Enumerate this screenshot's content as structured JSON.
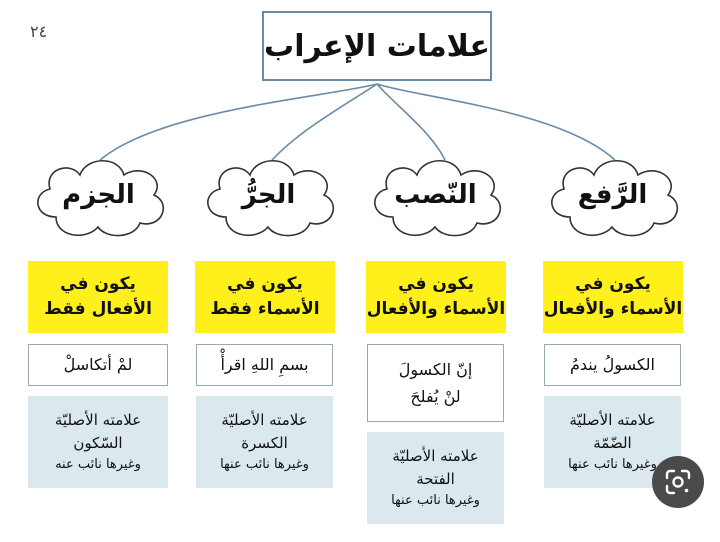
{
  "page_number": "٢٤",
  "title": "علامات الإعراب",
  "columns": [
    {
      "heading": "الرَّفع",
      "applies_line1": "يكون في",
      "applies_line2": "الأسماء والأفعال",
      "example_lines": [
        "الكسولُ يندمُ"
      ],
      "sign_line1": "علامته الأصليّة",
      "sign_line2": "الضّمّة",
      "sign_line3": "وغيرها نائب عنها"
    },
    {
      "heading": "النّصب",
      "applies_line1": "يكون في",
      "applies_line2": "الأسماء والأفعال",
      "example_lines": [
        "إنّ الكسولَ",
        "لنْ يُفلحَ"
      ],
      "sign_line1": "علامته الأصليّة",
      "sign_line2": "الفتحة",
      "sign_line3": "وغيرها نائب عنها"
    },
    {
      "heading": "الجرُّ",
      "applies_line1": "يكون في",
      "applies_line2": "الأسماء فقط",
      "example_lines": [
        "بسمِ اللهِ اقرأْ"
      ],
      "sign_line1": "علامته الأصليّة",
      "sign_line2": "الكسرة",
      "sign_line3": "وغيرها نائب عنها"
    },
    {
      "heading": "الجزم",
      "applies_line1": "يكون في",
      "applies_line2": "الأفعال فقط",
      "example_lines": [
        "لمْ أتكاسلْ"
      ],
      "sign_line1": "علامته الأصليّة",
      "sign_line2": "السّكون",
      "sign_line3": "وغيرها نائب عنه"
    }
  ],
  "icons": {
    "lens": "google-lens-icon"
  },
  "colors": {
    "yellow": "#ffef1a",
    "sign_bg": "#dbe9ee",
    "border": "#6a8aa6"
  }
}
